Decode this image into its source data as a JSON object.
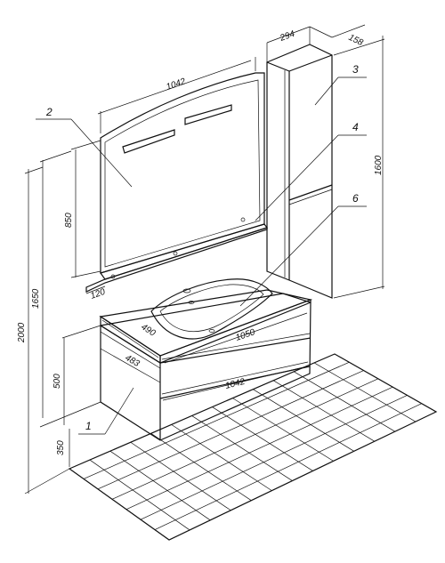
{
  "dimensions": {
    "mirror_width": "1042",
    "mirror_height": "850",
    "shelf_depth": "120",
    "mirror_top_height": "1650",
    "total_height": "2000",
    "cabinet_height": "500",
    "floor_to_cabinet": "350",
    "column_width": "294",
    "column_depth": "158",
    "column_height": "1600",
    "basin_width": "1050",
    "basin_depth": "490",
    "cabinet_depth": "483",
    "cabinet_width": "1042"
  },
  "callouts": [
    "1",
    "2",
    "3",
    "4",
    "6"
  ]
}
